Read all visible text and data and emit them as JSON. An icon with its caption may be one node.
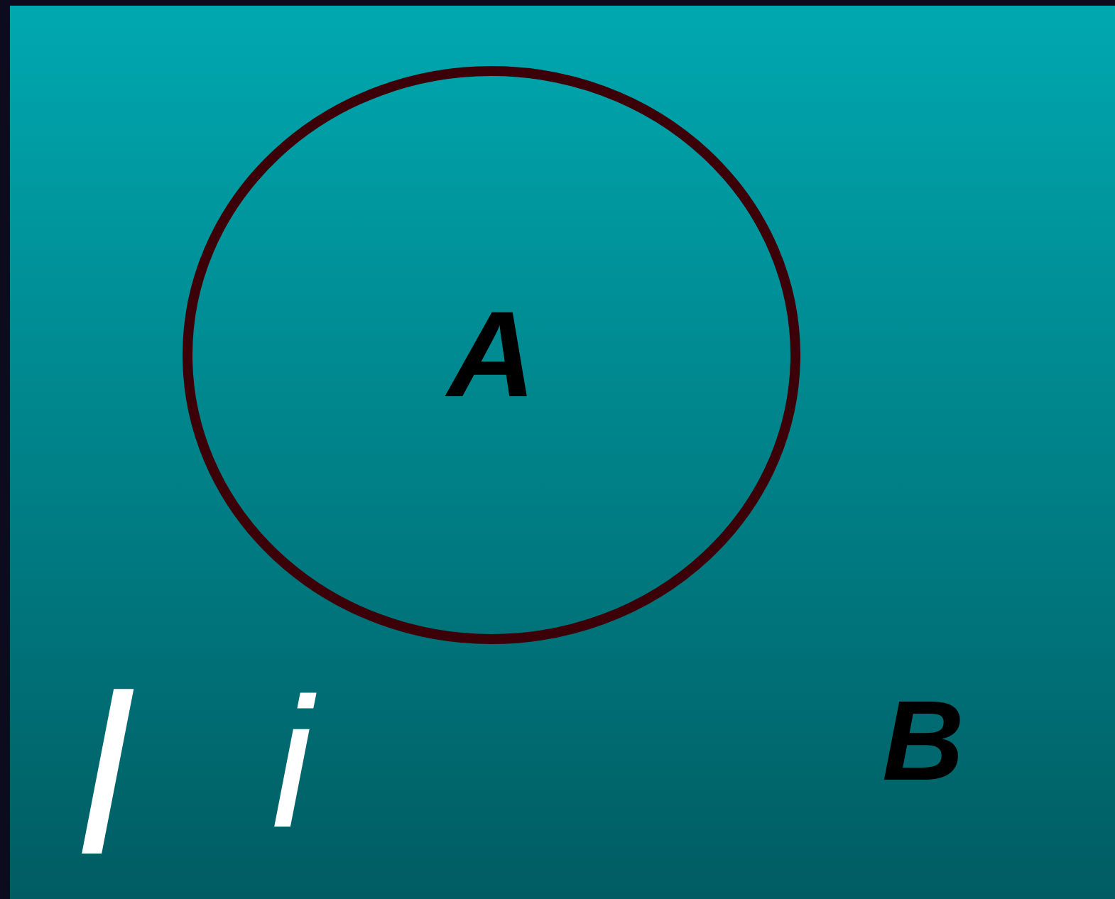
{
  "diagram": {
    "nodes": [
      {
        "text": [
          "B"
        ]
      },
      {
        "text": [
          "A"
        ],
        "in": 0
      }
    ],
    "labels": [
      "l",
      "i"
    ]
  }
}
